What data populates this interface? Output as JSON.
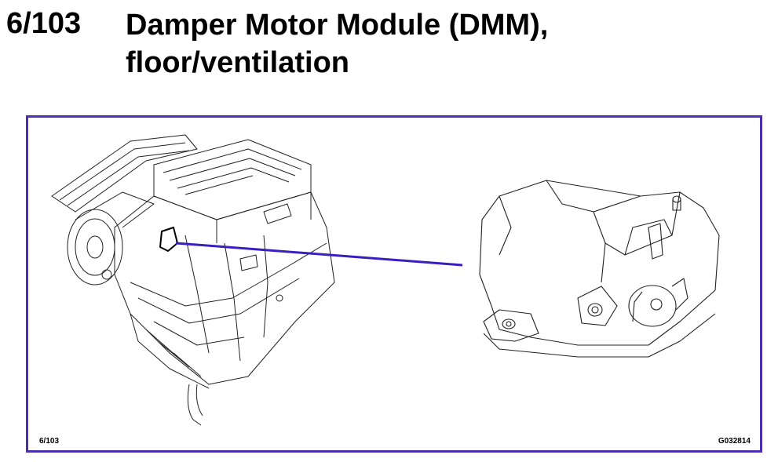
{
  "header": {
    "section_number": "6/103",
    "title_line1": "Damper Motor Module (DMM),",
    "title_line2": "floor/ventilation"
  },
  "figure": {
    "reference_label": "6/103",
    "image_code": "G032814",
    "frame_color": "#4b2fb0",
    "leader_line_color": "#3a1fc0",
    "line_art_color": "#222222"
  }
}
